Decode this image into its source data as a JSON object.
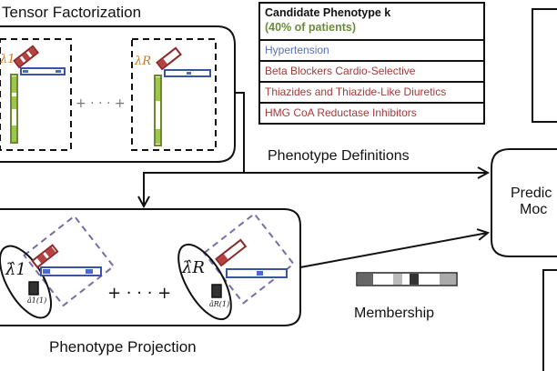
{
  "sections": {
    "tensor_factorization": {
      "title": "Tensor Factorization",
      "lambda_first": "λ1",
      "lambda_last": "λR",
      "ellipsis": "+ · · · +"
    },
    "phenotype_projection": {
      "title": "Phenotype Projection",
      "lambda_first": "λ̂1",
      "lambda_last": "λ̂R",
      "a_first": "â1(1)",
      "a_last": "âR(1)",
      "ellipsis": "+ · · · +"
    },
    "prediction_model": {
      "line1": "Predic",
      "line2": "Moc"
    }
  },
  "arrows": {
    "phenotype_definitions": "Phenotype Definitions",
    "membership": "Membership"
  },
  "phenotype_table": {
    "title": "Candidate Phenotype k",
    "subtitle": "(40% of patients)",
    "rows": [
      {
        "text": "Hypertension",
        "kind": "diagnosis"
      },
      {
        "text": "Beta Blockers Cardio-Selective",
        "kind": "medication"
      },
      {
        "text": "Thiazides and Thiazide-Like Diuretics",
        "kind": "medication"
      },
      {
        "text": "HMG CoA Reductase Inhibitors",
        "kind": "medication"
      }
    ]
  },
  "colors": {
    "diagnosis_blue": "#5a6fb8",
    "medication_red": "#a33a3a",
    "patient_green": "#8cb83a",
    "dashed_purple": "#7a6aa8",
    "lambda_orange": "#c8782a"
  }
}
